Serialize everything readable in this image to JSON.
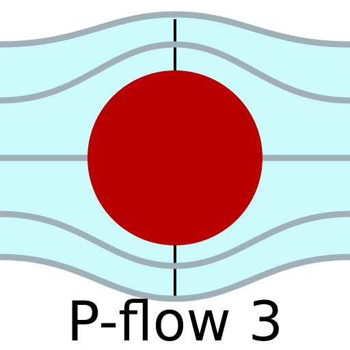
{
  "caption": "P-flow 3",
  "colors": {
    "background": "#ffffff",
    "flow_region": "#ccfafa",
    "streamline": "#9fb0b6",
    "obstacle": "#b80000",
    "axis_line": "#000000",
    "text": "#000000"
  },
  "icons": {
    "obstacle": "red-disk",
    "streamlines": "curved-flow-lines"
  }
}
